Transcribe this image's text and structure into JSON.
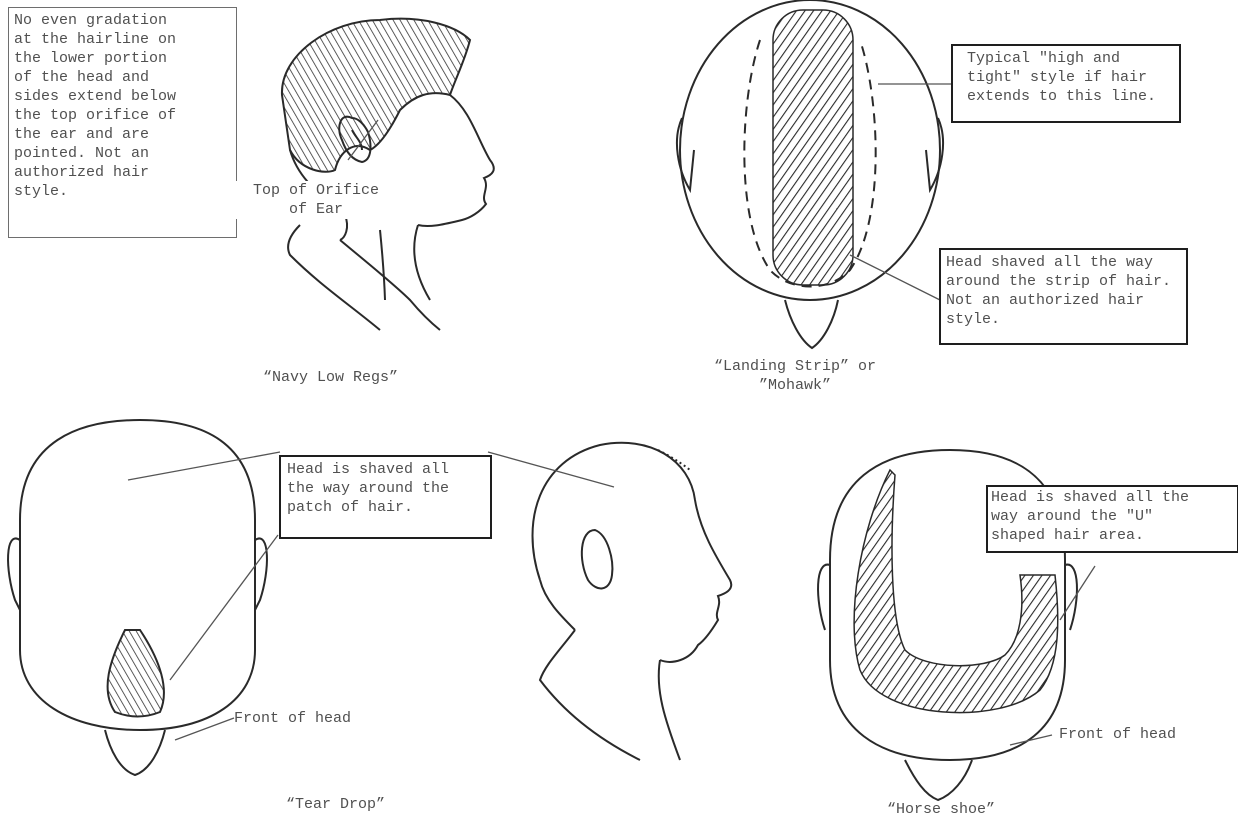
{
  "figures": {
    "navy_low_regs": {
      "caption": "“Navy Low Regs”",
      "note": "No even gradation\nat the hairline on\nthe lower portion\nof the head and\nsides extend below\nthe top orifice of\nthe ear and are\npointed. Not an\nauthorized hair\nstyle.",
      "ear_label": "Top of Orifice\nof Ear"
    },
    "landing_strip": {
      "caption": "“Landing Strip” or\n”Mohawk”",
      "high_tight_note": "Typical \"high and\ntight\" style if hair\nextends to this line.",
      "shaved_note": "Head shaved all the way\naround the strip of hair.\nNot an authorized hair\nstyle."
    },
    "tear_drop": {
      "caption": "“Tear Drop”",
      "shaved_note": "Head is shaved all\nthe way around the\npatch of hair.",
      "front_label": "Front of head"
    },
    "horse_shoe": {
      "caption": "“Horse shoe”",
      "shaved_note": "Head is shaved all the\nway around the \"U\"\nshaped hair area.",
      "front_label": "Front of head"
    }
  },
  "colors": {
    "ink": "#2a2a2a",
    "text": "#505050",
    "thick_border": "#1e1e1e",
    "thin_border": "#6e6e6e"
  }
}
